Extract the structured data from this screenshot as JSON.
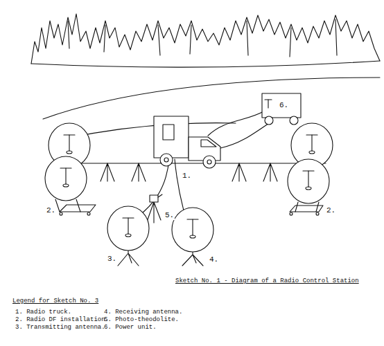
{
  "diagram": {
    "title": "Sketch No. 1 - Diagram of a Radio Control Station",
    "labels": [
      "6.",
      "1.",
      "2.",
      "2.",
      "5.",
      "3.",
      "4.",
      "Legend for Sketch No. 3"
    ],
    "legend": [
      {
        "text": "1. Radio truck."
      },
      {
        "text": "2. Radio DF installation."
      },
      {
        "text": "3. Transmitting antenna."
      },
      {
        "text": "4. Receiving antenna."
      },
      {
        "text": "5. Photo-theodolite."
      },
      {
        "text": "6. Power unit."
      }
    ]
  }
}
